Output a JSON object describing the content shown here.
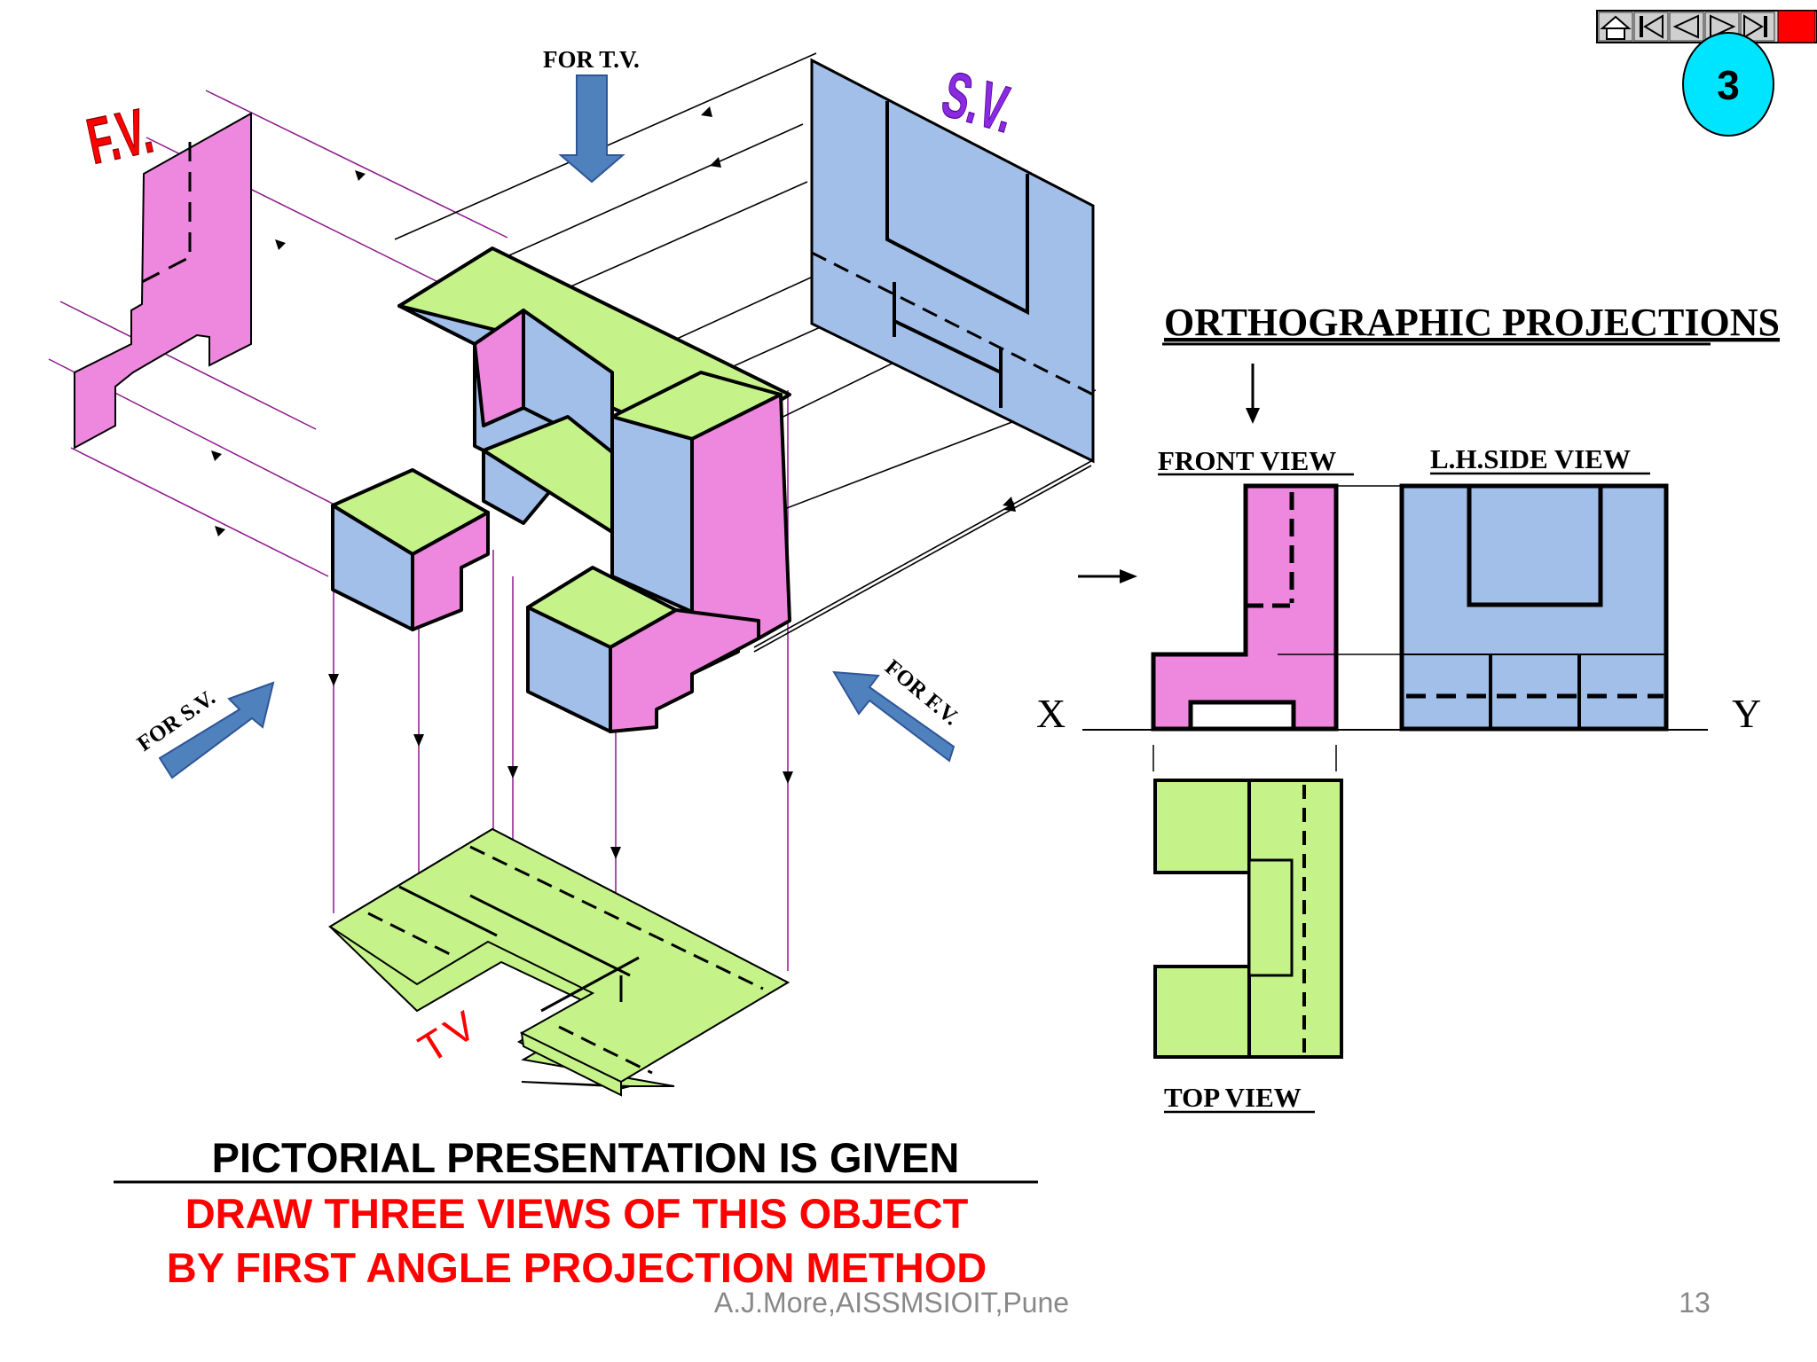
{
  "slide": {
    "badge_number": "3",
    "footer_author": "A.J.More,AISSMSIOIT,Pune",
    "page_number": "13"
  },
  "pictorial": {
    "label_fv": "F.V.",
    "label_sv": "S.V.",
    "label_tv": "TV",
    "arrow_tv": "FOR T.V.",
    "arrow_sv": "FOR S.V.",
    "arrow_fv": "FOR F.V."
  },
  "orthographic": {
    "title": "ORTHOGRAPHIC PROJECTIONS",
    "front_view": "FRONT VIEW",
    "side_view": "L.H.SIDE VIEW",
    "top_view": "TOP VIEW",
    "x_label": "X",
    "y_label": "Y"
  },
  "captions": {
    "line1": "PICTORIAL PRESENTATION IS GIVEN",
    "line2": "DRAW THREE VIEWS OF THIS OBJECT",
    "line3": "BY FIRST ANGLE PROJECTION METHOD"
  },
  "colors": {
    "pink": "#ee88de",
    "blue": "#a2bfea",
    "green": "#c5f38a",
    "arrow_blue": "#4f81bd",
    "red": "#ff0000",
    "violet": "#8a2be2",
    "badge": "#00e5ff",
    "projector": "#8b1a8b"
  },
  "nav": [
    "home-icon",
    "first-slide-icon",
    "previous-slide-icon",
    "next-slide-icon",
    "last-slide-icon",
    "exit-icon"
  ]
}
